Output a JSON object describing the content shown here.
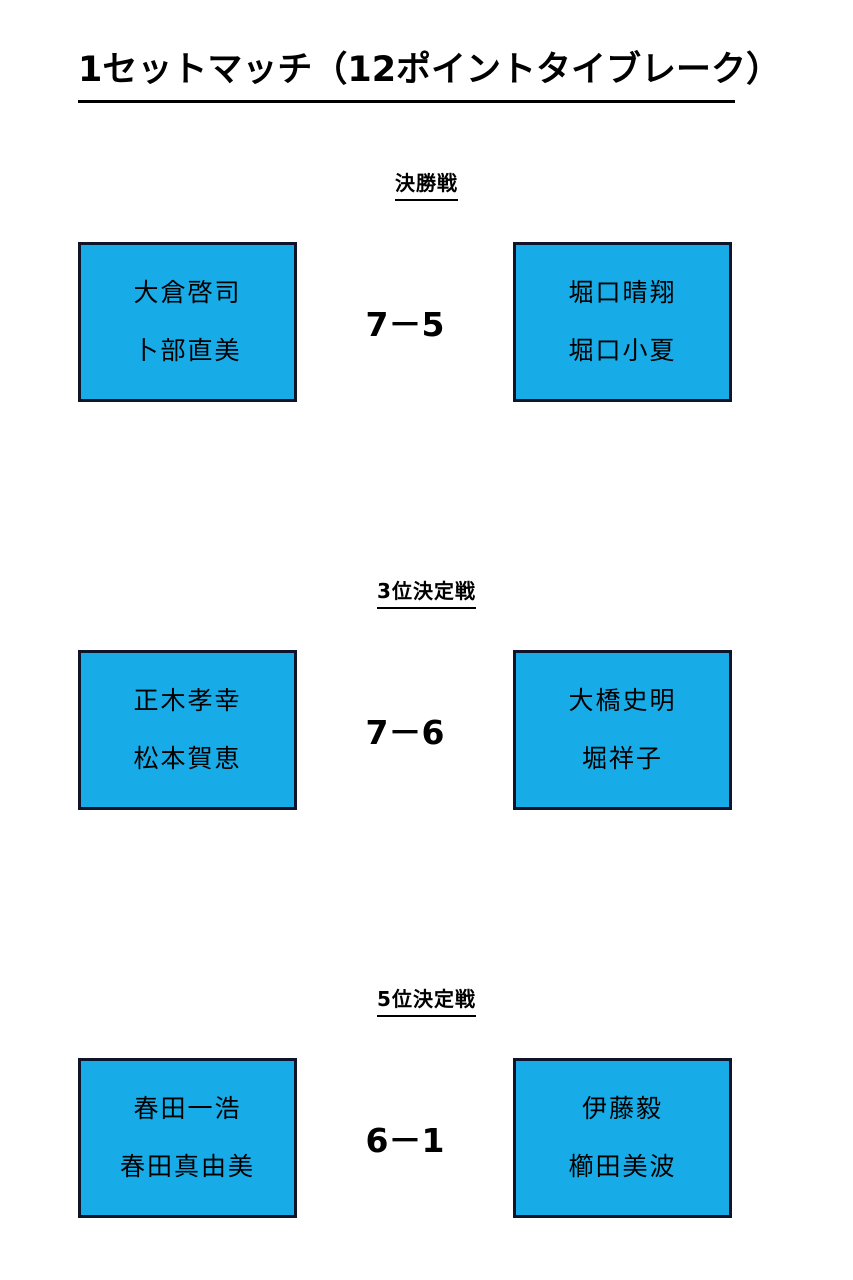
{
  "document": {
    "title": "1セットマッチ（12ポイントタイブレーク）",
    "box_fill_color": "#17ACE8",
    "box_border_color": "#10142b",
    "text_color": "#000000",
    "background_color": "#ffffff"
  },
  "matches": [
    {
      "round_label": "決勝戦",
      "score": "7－5",
      "left_team": {
        "player1": "大倉啓司",
        "player2": "卜部直美"
      },
      "right_team": {
        "player1": "堀口晴翔",
        "player2": "堀口小夏"
      }
    },
    {
      "round_label": "3位決定戦",
      "score": "7－6",
      "left_team": {
        "player1": "正木孝幸",
        "player2": "松本賀恵"
      },
      "right_team": {
        "player1": "大橋史明",
        "player2": "堀祥子"
      }
    },
    {
      "round_label": "5位決定戦",
      "score": "6－1",
      "left_team": {
        "player1": "春田一浩",
        "player2": "春田真由美"
      },
      "right_team": {
        "player1": "伊藤毅",
        "player2": "櫛田美波"
      }
    }
  ]
}
